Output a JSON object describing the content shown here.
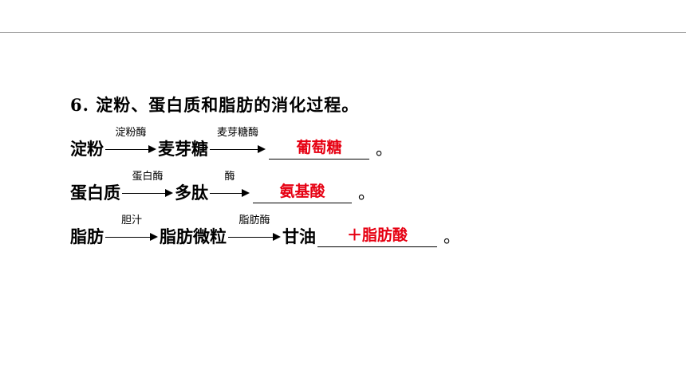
{
  "question": {
    "number": "6",
    "sep": ".",
    "text": "淀粉、蛋白质和脂肪的消化过程。"
  },
  "rows": [
    {
      "start": "淀粉",
      "arrow1": "淀粉酶",
      "middle": "麦芽糖",
      "arrow2": "麦芽糖酶",
      "answer": "葡萄糖",
      "end": "。"
    },
    {
      "start": "蛋白质",
      "arrow1": "蛋白酶",
      "middle": "多肽",
      "arrow2": "酶",
      "answer": "氨基酸",
      "end": "。"
    },
    {
      "start": "脂肪",
      "arrow1": "胆汁",
      "middle": "脂肪微粒",
      "arrow2": "脂肪酶",
      "prefix": "甘油",
      "answer": "＋脂肪酸",
      "end": "。"
    }
  ],
  "colors": {
    "answer": "#e60012",
    "rule": "#8c8c8c"
  }
}
